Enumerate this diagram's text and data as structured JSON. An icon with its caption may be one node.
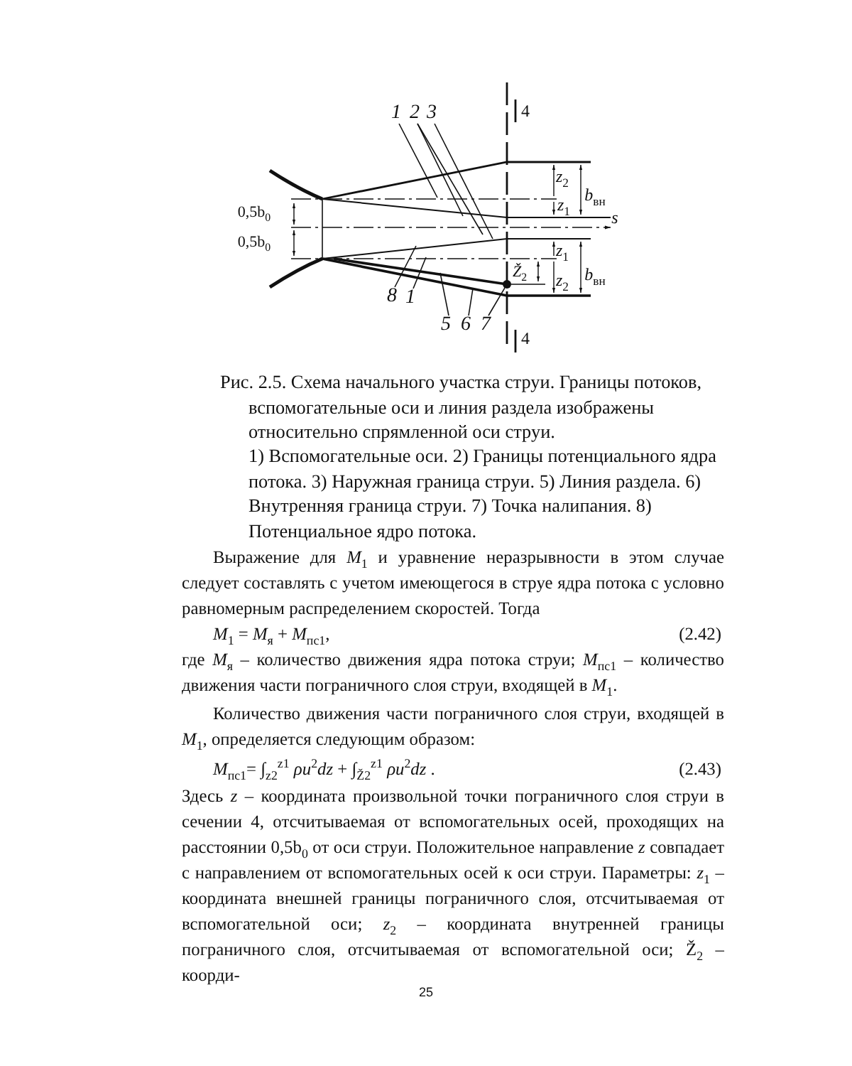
{
  "diagram": {
    "caption": "Рис. 2.5. Схема начального участка струи. Границы потоков, вспомогательные оси и линия раздела изображены относительно спрямленной оси струи.",
    "nodes": [
      {
        "text": [
          "1"
        ]
      },
      {
        "text": [
          "2"
        ]
      },
      {
        "text": [
          "3"
        ]
      },
      {
        "text": [
          "8"
        ]
      },
      {
        "text": [
          "1"
        ]
      },
      {
        "text": [
          "5"
        ]
      },
      {
        "text": [
          "6"
        ]
      },
      {
        "text": [
          "7"
        ]
      },
      {
        "text": [],
        "shape": "circle"
      }
    ],
    "edges": [
      {
        "from": 0,
        "to": null,
        "arrow": "none"
      },
      {
        "from": 1,
        "to": null,
        "arrow": "none"
      },
      {
        "from": 1,
        "to": null,
        "arrow": "none"
      },
      {
        "from": 2,
        "to": null,
        "arrow": "none"
      },
      {
        "from": 3,
        "to": null,
        "arrow": "none"
      },
      {
        "from": 4,
        "to": null,
        "arrow": "none"
      },
      {
        "from": 5,
        "to": null,
        "arrow": "none"
      },
      {
        "from": 6,
        "to": null,
        "arrow": "none"
      },
      {
        "from": 7,
        "to": 8,
        "arrow": "none"
      }
    ],
    "labels": [
      "4",
      "*z*$_{2}$",
      "*b*$_{вн}$",
      "*z*$_{1}$",
      "0,5b$_{0}$",
      "*s*",
      "0,5b$_{0}$",
      "*z*$_{1}$",
      "*b*$_{вн}$",
      "*Ž*$_{2}$",
      "*z*$_{2}$",
      "4",
      "1) Вспомогательные оси. 2) Границы потенциального ядра потока. 3) Наружная граница струи. 5) Линия раздела. 6) Внутренняя граница струи. 7) Точка налипания. 8) Потенциальное ядро потока.",
      "Выражение для *M*$_{1}$ и уравнение неразрывности в этом случае следует составлять с учетом имеющегося в струе ядра потока с условно равномерным распределением скоростей. Тогда",
      "*M*$_{1}$ = *M*$_{я}$ + *M*$_{пс1}$,",
      "(2.42)",
      "где *M*$_{я}$ – количество движения ядра потока струи; *M*$_{пс1}$ – количество движения части пограничного слоя струи, входящей в *M*$_{1}$.",
      "Количество движения части пограничного слоя струи, входящей в *M*$_{1}$, определяется следующим образом:",
      "*M*$_{пс1}$= ∫$_{z2}$$^{z1}$ *ρu*$^{2}$*dz* + ∫$_{Ž2}$$^{z1}$ *ρu*$^{2}$*dz* .",
      "(2.43)",
      "Здесь *z* – координата произвольной точки пограничного слоя струи в сечении 4, отсчитываемая от вспомогательных осей, проходящих на расстоянии 0,5b$_{0}$ от оси струи. Положительное направление *z* совпадает с направлением от вспомогательных осей к оси струи. Параметры: *z*$_{1}$ – координата внешней границы пограничного слоя, отсчитываемая от вспомогательной оси; *z*$_{2}$ – координата внутренней границы пограничного слоя, отсчитываемая от вспомогательной оси; Ž$_{2}$ – коорди-",
      "25"
    ]
  }
}
